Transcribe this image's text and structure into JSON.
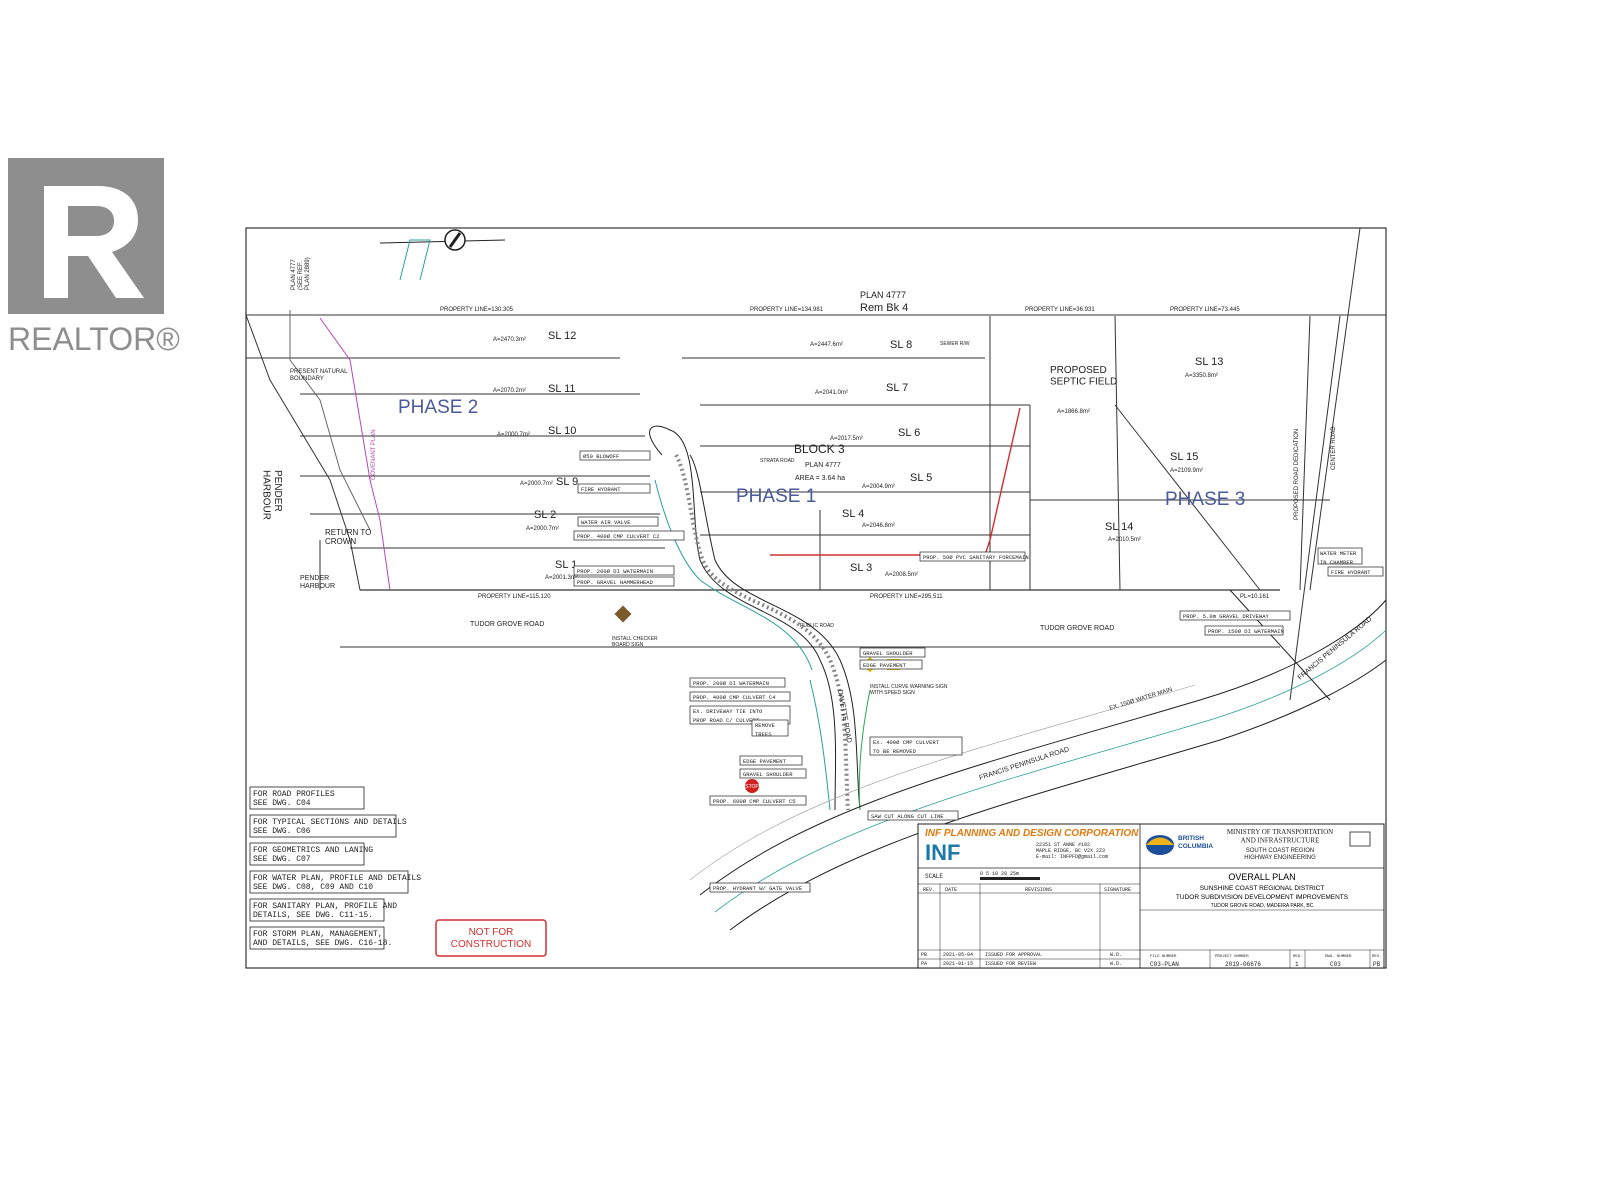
{
  "watermark": {
    "brand": "REALTOR®",
    "icon": "realtor-r-logo-icon"
  },
  "plan": {
    "top_plan": "PLAN 4777",
    "top_block": "Rem Bk 4",
    "plan_ref": "PLAN 4777\n(SEE REF.\nPLAN 2889)",
    "property_line_top": [
      "PROPERTY LINE=130.305",
      "PROPERTY LINE=134.981",
      "PROPERTY LINE=36.931",
      "PROPERTY LINE=73.445"
    ],
    "property_line_bottom": [
      "PROPERTY LINE=115.120",
      "PROPERTY LINE=295.511",
      "PL=10.161"
    ],
    "present_boundary": "PRESENT NATURAL\nBOUNDARY",
    "harbour": "PENDER\nHARBOUR",
    "harbour_small": "PENDER\nHARBOUR",
    "return_to_crown": "RETURN TO\nCROWN",
    "covenant": "COVENANT PLAN",
    "phases": [
      "PHASE 2",
      "PHASE 1",
      "PHASE 3"
    ],
    "block": {
      "name": "BLOCK 3",
      "plan": "PLAN 4777",
      "area": "AREA = 3.64 ha"
    },
    "septic": "PROPOSED\nSEPTIC FIELD",
    "lots": [
      {
        "id": "SL 12",
        "area": "A=2470.3m²"
      },
      {
        "id": "SL 11",
        "area": "A=2070.2m²"
      },
      {
        "id": "SL 10",
        "area": "A=2000.7m²"
      },
      {
        "id": "SL 9",
        "area": "A=2000.7m²"
      },
      {
        "id": "SL 2",
        "area": "A=2000.7m²"
      },
      {
        "id": "SL 1",
        "area": "A=2001.3m²"
      },
      {
        "id": "SL 8",
        "area": "A=2447.6m²"
      },
      {
        "id": "SL 7",
        "area": "A=2041.0m²"
      },
      {
        "id": "SL 6",
        "area": "A=2017.5m²"
      },
      {
        "id": "SL 5",
        "area": "A=2004.9m²"
      },
      {
        "id": "SL 4",
        "area": "A=2046.8m²"
      },
      {
        "id": "SL 3",
        "area": "A=2008.5m²"
      },
      {
        "id": "SL 13",
        "area": "A=3350.8m²"
      },
      {
        "id": "SL 15",
        "area": "A=2109.9m²"
      },
      {
        "id": "SL 14",
        "area": "A=2010.5m²"
      }
    ],
    "septic_area": "A=1866.8m²",
    "roads": {
      "tudor_left": "TUDOR GROVE ROAD",
      "tudor_right": "TUDOR GROVE ROAD",
      "francis_main": "FRANCIS PENINSULA ROAD",
      "francis_right": "FRANCIS PENINSULA ROAD",
      "davette": "DAVETTE ROAD",
      "center": "CENTER ROAD",
      "watermain": "EX. 150Ø WATER MAIN",
      "strata": "STRATA ROAD",
      "public": "PUBLIC ROAD"
    },
    "callouts_left": [
      "Ø50 BLOWOFF",
      "FIRE HYDRANT",
      "WATER AIR VALVE",
      "PROP. 400Ø CMP CULVERT C2",
      "PROP. 200Ø DI WATERMAIN",
      "PROP. GRAVEL HAMMERHEAD"
    ],
    "callouts_road": [
      "GRAVEL SHOULDER",
      "EDGE PAVEMENT",
      "PROP. 200Ø DI WATERMAIN",
      "PROP. 400Ø CMP CULVERT C4",
      "EX. DRIVEWAY TIE INTO\nPROP ROAD C/ CULVERT",
      "REMOVE\nTREES",
      "EDGE PAVEMENT",
      "GRAVEL SHOULDER",
      "PROP. 600Ø CMP CULVERT C5",
      "EX. 400Ø CMP CULVERT\nTO BE REMOVED",
      "SAW CUT ALONG CUT LINE"
    ],
    "callouts_right": [
      "PROP. 5.0m GRAVEL DRIVEWAY",
      "PROP. 150Ø DI WATERMAIN",
      "WATER METER\nIN CHAMBER",
      "FIRE HYDRANT"
    ],
    "sanitary": "PROP. 50Ø PVC SANITARY FORCEMAIN",
    "dedication": "PROPOSED ROAD DEDICATION",
    "checker": "INSTALL CHECKER\nBOARD SIGN",
    "curve_warn": "INSTALL CURVE WARNING SIGN\nWITH SPEED SIGN",
    "stop_sign": "STOP",
    "hydrant_valve": "PROP. HYDRANT W/ GATE VALVE",
    "sewer_rw": "SEWER R/W"
  },
  "notes": [
    "FOR ROAD PROFILES\nSEE DWG. C04",
    "FOR TYPICAL SECTIONS AND DETAILS\nSEE DWG. C06",
    "FOR GEOMETRICS AND LANING\nSEE DWG. C07",
    "FOR WATER PLAN, PROFILE AND DETAILS\nSEE DWG. C08, C09 AND C10",
    "FOR SANITARY PLAN, PROFILE AND\nDETAILS, SEE DWG. C11-15.",
    "FOR STORM PLAN, MANAGEMENT,\nAND DETAILS, SEE DWG. C16-18."
  ],
  "stamp": "NOT FOR\nCONSTRUCTION",
  "title_block": {
    "firm": "INF PLANNING AND DESIGN CORPORATION",
    "firm_short": "INF",
    "address": "22351 ST ANNE #102\nMAPLE RIDGE, BC V2X 2Z3\nE-mail: INFPFD@gmail.com",
    "province": "BRITISH\nCOLUMBIA",
    "ministry": "MINISTRY OF TRANSPORTATION\nAND INFRASTRUCTURE",
    "region": "SOUTH COAST REGION\nHIGHWAY ENGINEERING",
    "scale_label": "SCALE",
    "scale_ticks": "0  5  10  20  25m",
    "revisions": "REVISIONS",
    "signature": "SIGNATURE",
    "rev": "REV.",
    "date": "DATE",
    "title": "OVERALL PLAN",
    "district": "SUNSHINE COAST REGIONAL DISTRICT",
    "project": "TUDOR SUBDIVISION DEVELOPMENT IMPROVEMENTS",
    "location": "TUDOR GROVE ROAD, MADEIRA PARK, BC",
    "rev_rows": [
      {
        "rev": "PB",
        "date": "2021-05-04",
        "desc": "ISSUED FOR APPROVAL",
        "by": "W.D."
      },
      {
        "rev": "PA",
        "date": "2021-01-15",
        "desc": "ISSUED FOR REVIEW",
        "by": "W.D."
      }
    ],
    "file_no": "C03-PLAN",
    "project_no": "2019-06676",
    "sheet": "1",
    "dwg": "C03",
    "rev_no": "PB",
    "labels": [
      "FILE NUMBER",
      "PROJECT NUMBER",
      "REG.",
      "DWG. NUMBER",
      "REV."
    ]
  }
}
